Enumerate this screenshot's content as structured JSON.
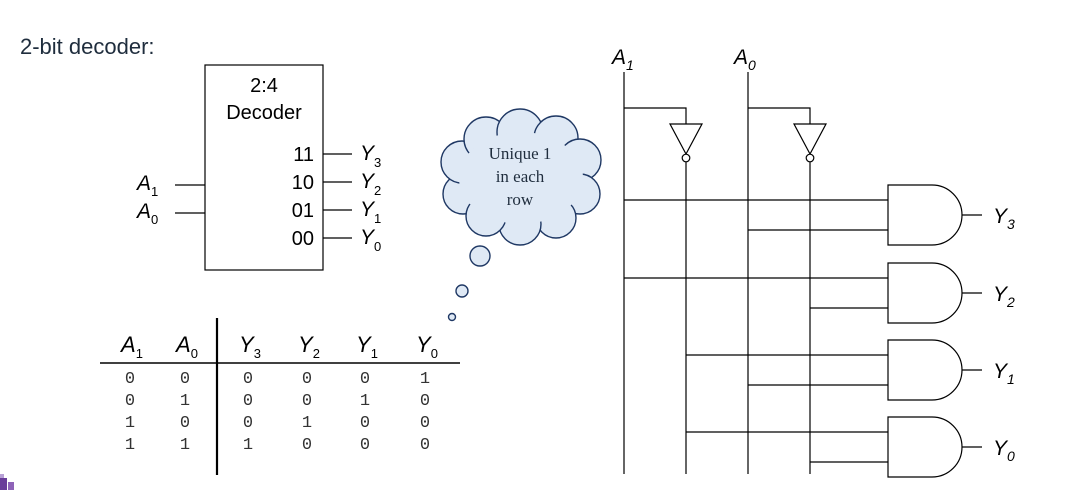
{
  "title": "2-bit decoder:",
  "decoder": {
    "line1": "2:4",
    "line2": "Decoder",
    "inputs": [
      {
        "base": "A",
        "sub": "1"
      },
      {
        "base": "A",
        "sub": "0"
      }
    ],
    "outputs": [
      {
        "code": "11",
        "base": "Y",
        "sub": "3"
      },
      {
        "code": "10",
        "base": "Y",
        "sub": "2"
      },
      {
        "code": "01",
        "base": "Y",
        "sub": "1"
      },
      {
        "code": "00",
        "base": "Y",
        "sub": "0"
      }
    ]
  },
  "cloud": {
    "lines": [
      "Unique 1",
      "in each",
      "row"
    ]
  },
  "truth_table": {
    "headers": [
      {
        "base": "A",
        "sub": "1"
      },
      {
        "base": "A",
        "sub": "0"
      },
      {
        "base": "Y",
        "sub": "3"
      },
      {
        "base": "Y",
        "sub": "2"
      },
      {
        "base": "Y",
        "sub": "1"
      },
      {
        "base": "Y",
        "sub": "0"
      }
    ],
    "rows": [
      [
        "0",
        "0",
        "0",
        "0",
        "0",
        "1"
      ],
      [
        "0",
        "1",
        "0",
        "0",
        "1",
        "0"
      ],
      [
        "1",
        "0",
        "0",
        "1",
        "0",
        "0"
      ],
      [
        "1",
        "1",
        "1",
        "0",
        "0",
        "0"
      ]
    ]
  },
  "circuit": {
    "inputs": [
      {
        "base": "A",
        "sub": "1"
      },
      {
        "base": "A",
        "sub": "0"
      }
    ],
    "outputs": [
      {
        "base": "Y",
        "sub": "3"
      },
      {
        "base": "Y",
        "sub": "2"
      },
      {
        "base": "Y",
        "sub": "1"
      },
      {
        "base": "Y",
        "sub": "0"
      }
    ]
  }
}
